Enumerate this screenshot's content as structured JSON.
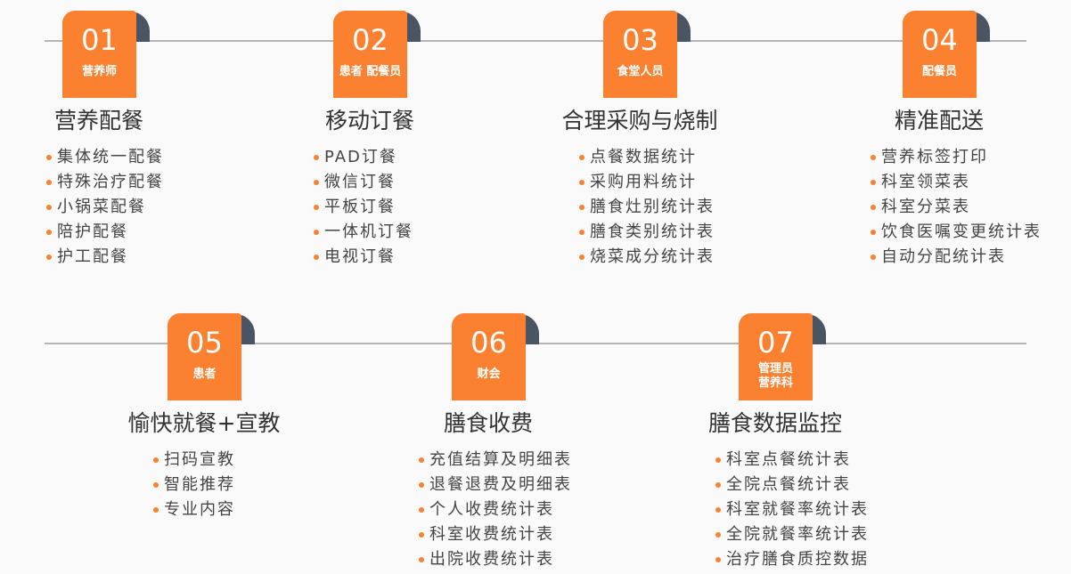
{
  "colors": {
    "accent": "#fb8130",
    "curl": "#4a5563",
    "line": "#b4b4b4"
  },
  "steps": [
    {
      "num": "01",
      "role": [
        "营养师"
      ],
      "title": "营养配餐",
      "items": [
        "集体统一配餐",
        "特殊治疗配餐",
        "小锅菜配餐",
        "陪护配餐",
        "护工配餐"
      ]
    },
    {
      "num": "02",
      "role": [
        "患者 配餐员"
      ],
      "title": "移动订餐",
      "items": [
        "PAD订餐",
        "微信订餐",
        "平板订餐",
        "一体机订餐",
        "电视订餐"
      ]
    },
    {
      "num": "03",
      "role": [
        "食堂人员"
      ],
      "title": "合理采购与烧制",
      "items": [
        "点餐数据统计",
        "采购用料统计",
        "膳食灶别统计表",
        "膳食类别统计表",
        "烧菜成分统计表"
      ]
    },
    {
      "num": "04",
      "role": [
        "配餐员"
      ],
      "title": "精准配送",
      "items": [
        "营养标签打印",
        "科室领菜表",
        "科室分菜表",
        "饮食医嘱变更统计表",
        "自动分配统计表"
      ]
    },
    {
      "num": "05",
      "role": [
        "患者"
      ],
      "title": "愉快就餐+宣教",
      "items": [
        "扫码宣教",
        "智能推荐",
        "专业内容"
      ]
    },
    {
      "num": "06",
      "role": [
        "财会"
      ],
      "title": "膳食收费",
      "items": [
        "充值结算及明细表",
        "退餐退费及明细表",
        "个人收费统计表",
        "科室收费统计表",
        "出院收费统计表"
      ]
    },
    {
      "num": "07",
      "role": [
        "管理员",
        "营养科"
      ],
      "title": "膳食数据监控",
      "items": [
        "科室点餐统计表",
        "全院点餐统计表",
        "科室就餐率统计表",
        "全院就餐率统计表",
        "治疗膳食质控数据"
      ]
    }
  ]
}
